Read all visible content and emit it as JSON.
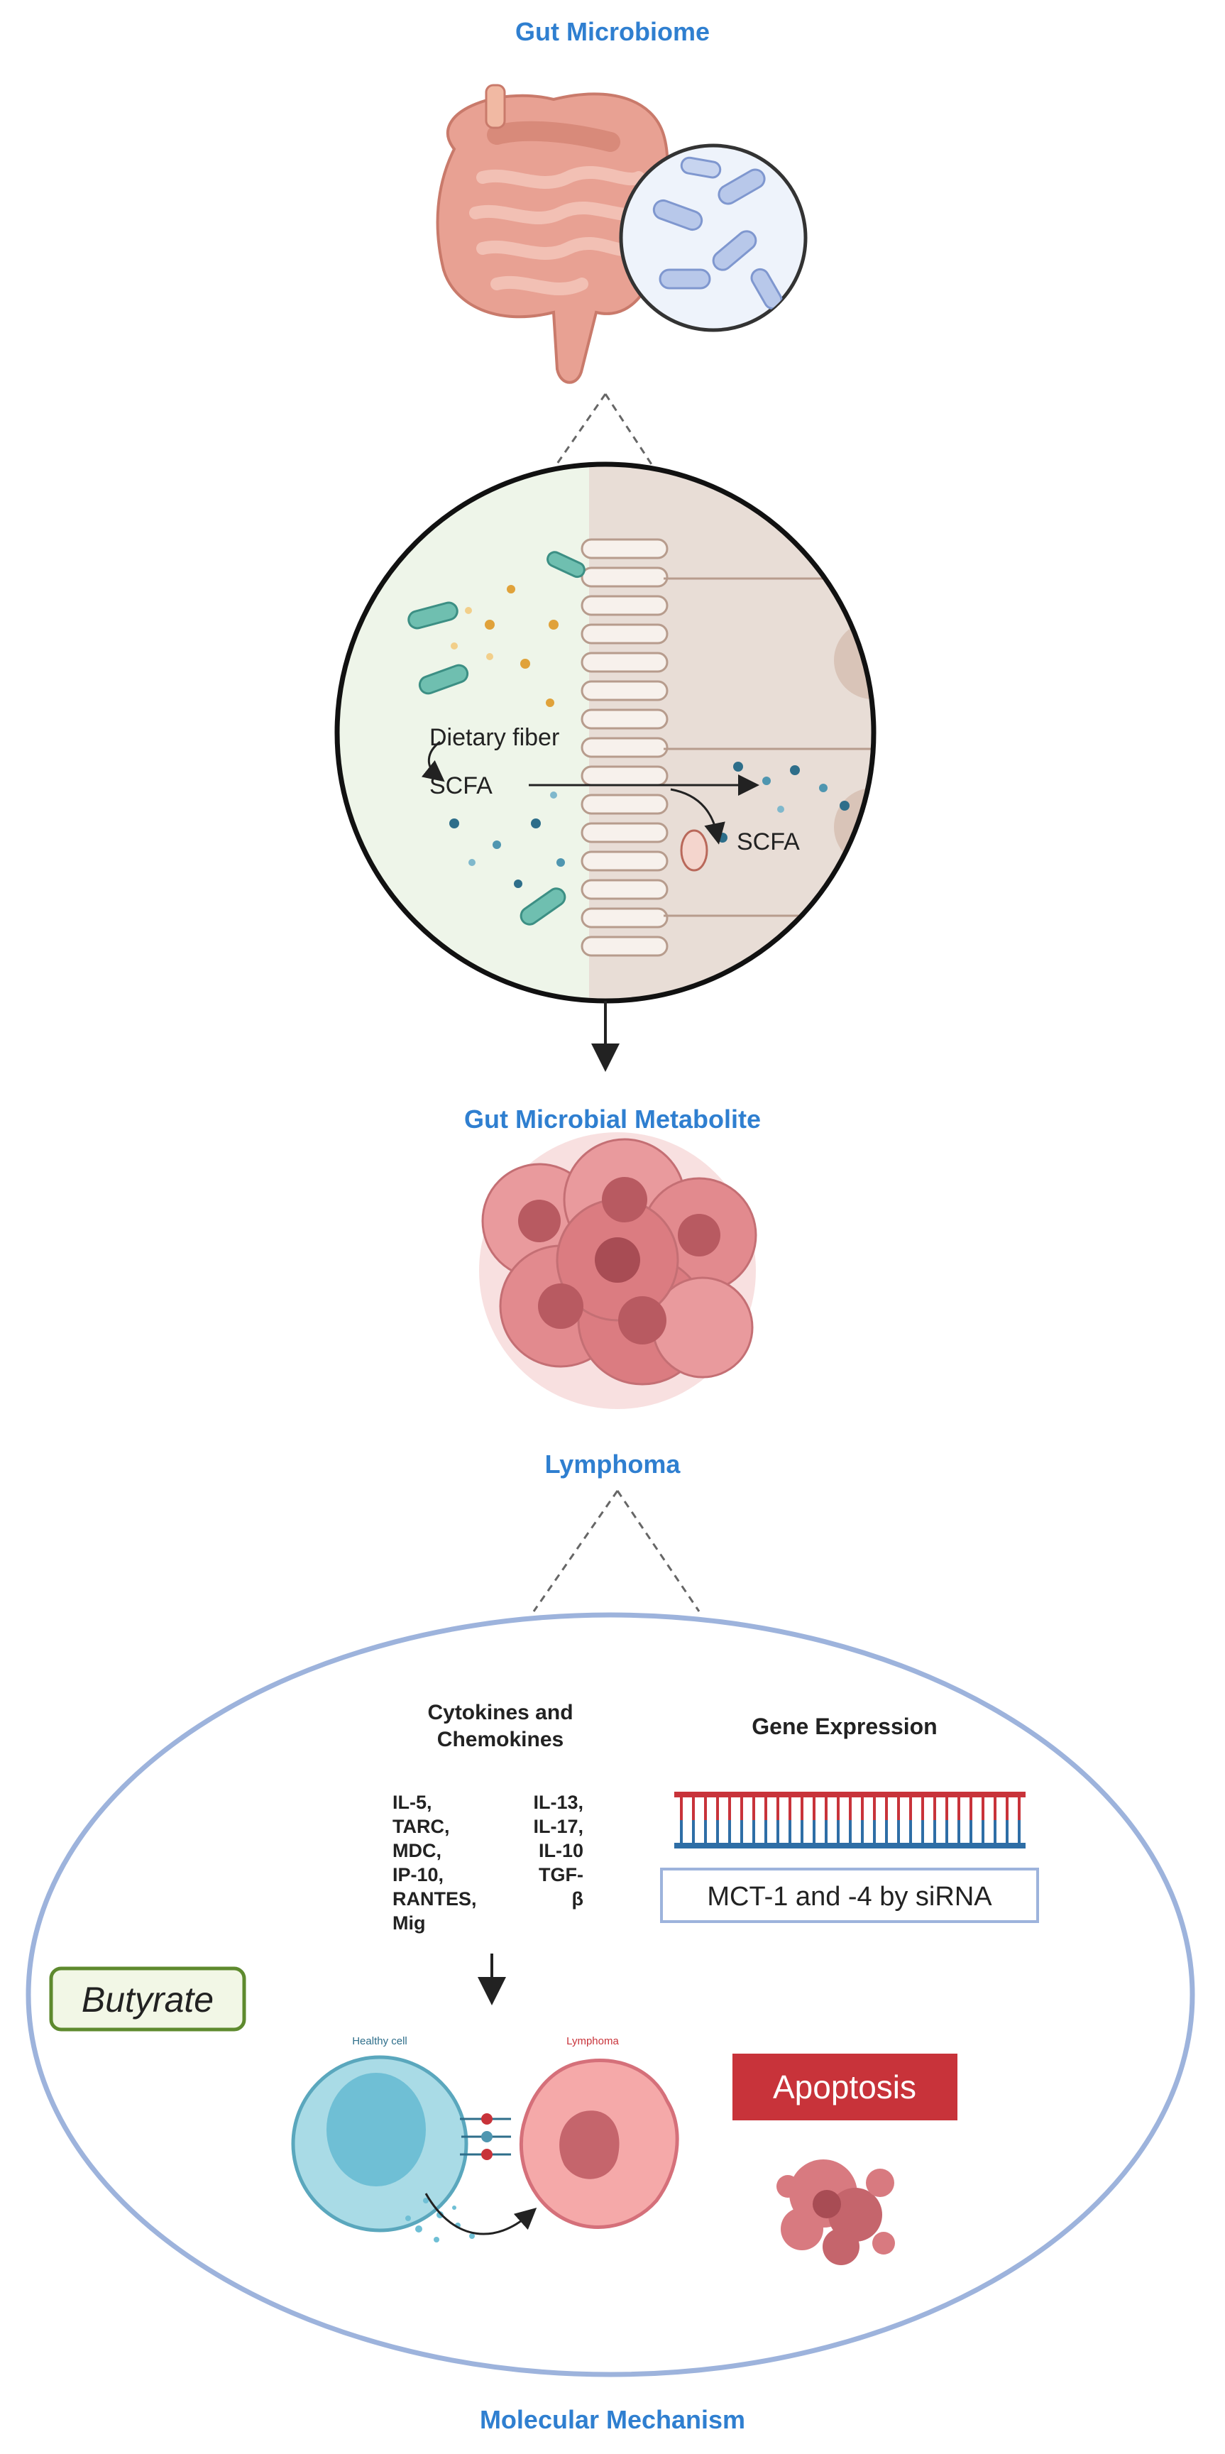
{
  "headings": {
    "gut_microbiome": "Gut Microbiome",
    "gut_microbial_metabolite": "Gut Microbial Metabolite",
    "lymphoma": "Lymphoma",
    "molecular_mechanism": "Molecular Mechanism"
  },
  "intestine_detail": {
    "dietary_fiber": "Dietary fiber",
    "scfa_lumen": "SCFA",
    "scfa_cell": "SCFA"
  },
  "mechanism": {
    "cytokines_title_line1": "Cytokines and",
    "cytokines_title_line2": "Chemokines",
    "cytokines_left": [
      "IL-5,",
      "TARC,",
      "MDC,",
      "IP-10,",
      "RANTES,",
      "Mig"
    ],
    "cytokines_right": [
      "IL-13,",
      "IL-17,",
      "IL-10",
      "TGF-",
      "β"
    ],
    "gene_expression_title": "Gene Expression",
    "mct_label": "MCT-1 and -4 by siRNA",
    "butyrate_label": "Butyrate",
    "healthy_cell_label": "Healthy cell",
    "lymphoma_cell_label": "Lymphoma",
    "apoptosis_label": "Apoptosis"
  },
  "colors": {
    "heading_blue": "#2f7fd0",
    "ellipse_border": "#9db3dc",
    "butyrate_border": "#5e8a2e",
    "butyrate_fill": "#f2f7e6",
    "apoptosis_fill": "#c8333a",
    "dna_red": "#c8333a",
    "dna_blue": "#2e6ea6",
    "mct_box_border": "#9db3dc"
  }
}
